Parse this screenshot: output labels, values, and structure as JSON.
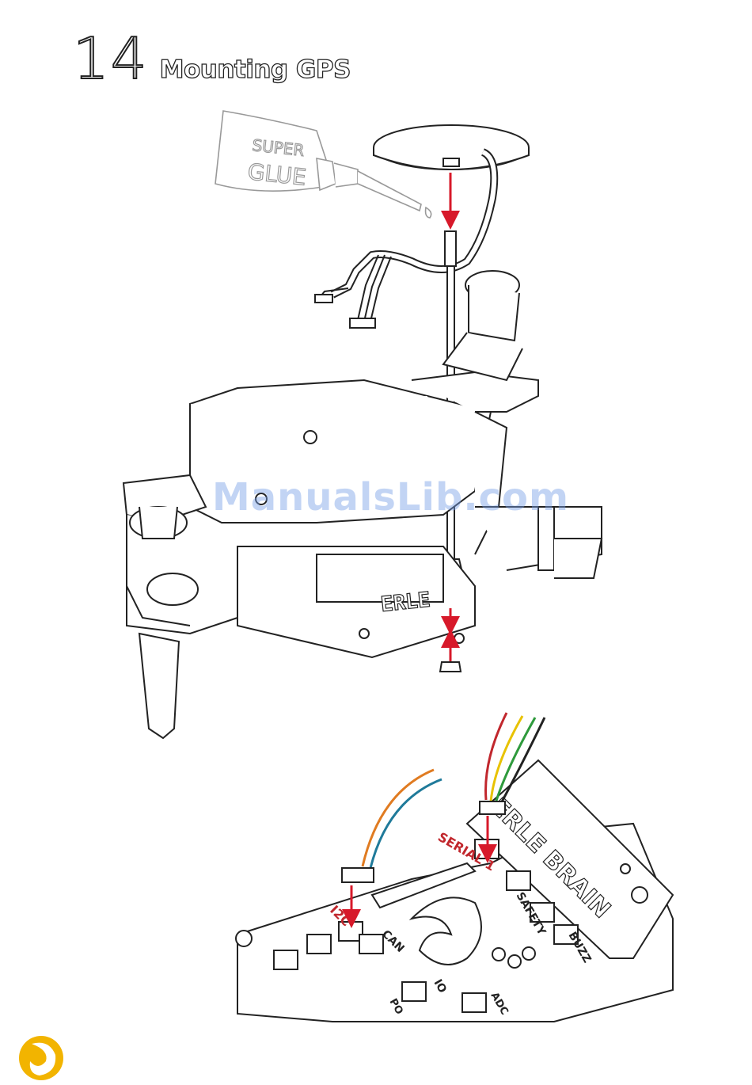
{
  "step": {
    "number": "14",
    "title": "Mounting GPS"
  },
  "watermark": "ManualsLib.com",
  "glue": {
    "line1": "SUPER",
    "line2": "GLUE"
  },
  "frame_label": "ERLE",
  "board": {
    "brand": "ERLE BRAIN",
    "ports": {
      "serial": "SERIAL 1",
      "i2c": "I2C",
      "can": "CAN",
      "safety": "SAFETY",
      "buzz": "BUZZ",
      "io": "IO",
      "power": "PO",
      "adc": "ADC"
    }
  },
  "colors": {
    "arrow": "#d7192a",
    "line": "#222222",
    "wire_orange": "#e07b21",
    "wire_blue": "#1f7a9a",
    "wire_red": "#c1272d",
    "wire_yellow": "#e8c200",
    "wire_green": "#2e9a3c",
    "logo": "#f2b400"
  }
}
